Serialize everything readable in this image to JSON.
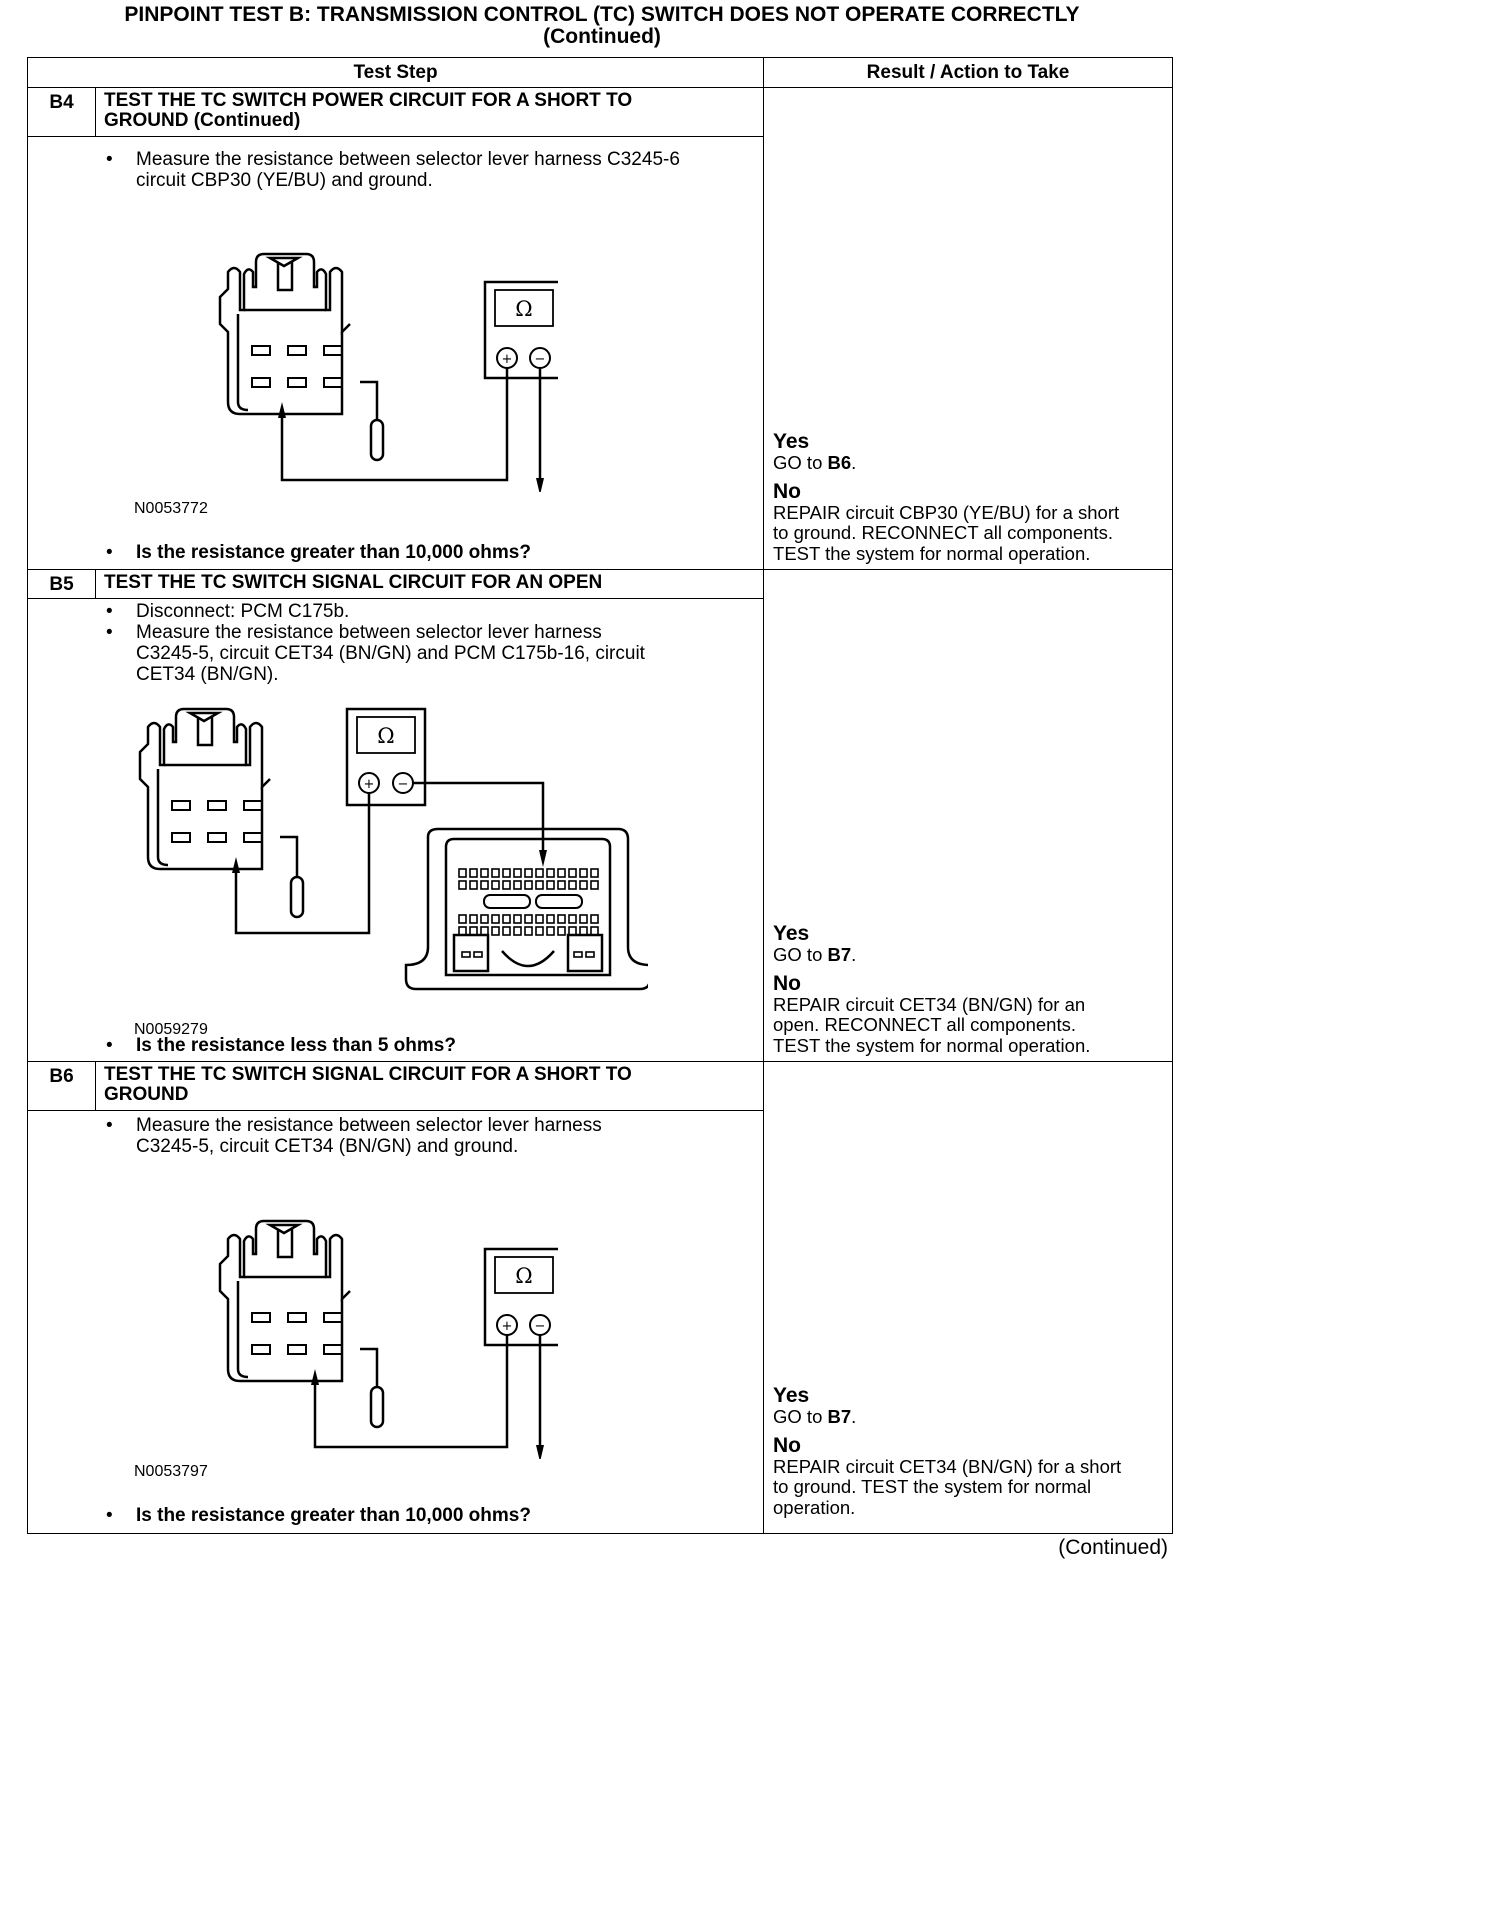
{
  "page": {
    "title_line1": "PINPOINT TEST B: TRANSMISSION CONTROL (TC) SWITCH DOES NOT OPERATE CORRECTLY",
    "title_line2": "(Continued)",
    "continued_footer": "(Continued)"
  },
  "table": {
    "headers": [
      "Test Step",
      "Result / Action to Take"
    ],
    "steps": [
      {
        "id": "B4",
        "title_line1": "TEST THE TC SWITCH POWER CIRCUIT FOR A SHORT TO",
        "title_line2": "GROUND (Continued)",
        "instructions": [
          [
            "Measure the resistance between selector lever harness C3245-6",
            "circuit CBP30 (YE/BU) and ground."
          ]
        ],
        "figure_id": "N0053772",
        "question": "Is the resistance greater than 10,000 ohms?",
        "yes_label": "Yes",
        "yes_pre": "GO to ",
        "yes_target": "B6",
        "yes_post": ".",
        "no_label": "No",
        "no_lines": [
          "REPAIR circuit CBP30 (YE/BU) for a short",
          "to ground. RECONNECT all components.",
          "TEST the system for normal operation."
        ]
      },
      {
        "id": "B5",
        "title_line1": "TEST THE TC SWITCH SIGNAL CIRCUIT FOR AN OPEN",
        "instructions": [
          [
            "Disconnect: PCM C175b."
          ],
          [
            "Measure the resistance between selector lever harness",
            "C3245-5, circuit CET34 (BN/GN) and PCM C175b-16, circuit",
            "CET34 (BN/GN)."
          ]
        ],
        "figure_id": "N0059279",
        "question": "Is the resistance less than 5 ohms?",
        "yes_label": "Yes",
        "yes_pre": "GO to ",
        "yes_target": "B7",
        "yes_post": ".",
        "no_label": "No",
        "no_lines": [
          "REPAIR circuit CET34 (BN/GN) for an",
          "open. RECONNECT all components.",
          "TEST the system for normal operation."
        ]
      },
      {
        "id": "B6",
        "title_line1": "TEST THE TC SWITCH SIGNAL CIRCUIT FOR A SHORT TO",
        "title_line2": "GROUND",
        "instructions": [
          [
            "Measure the resistance between selector lever harness",
            "C3245-5, circuit CET34 (BN/GN) and ground."
          ]
        ],
        "figure_id": "N0053797",
        "question": "Is the resistance greater than 10,000 ohms?",
        "yes_label": "Yes",
        "yes_pre": "GO to ",
        "yes_target": "B7",
        "yes_post": ".",
        "no_label": "No",
        "no_lines": [
          "REPAIR circuit CET34 (BN/GN) for a short",
          "to ground. TEST the system for normal",
          "operation."
        ]
      }
    ]
  },
  "meter_symbol": "Ω",
  "meter_plus": "+",
  "meter_minus": "−",
  "bullet_char": "•"
}
